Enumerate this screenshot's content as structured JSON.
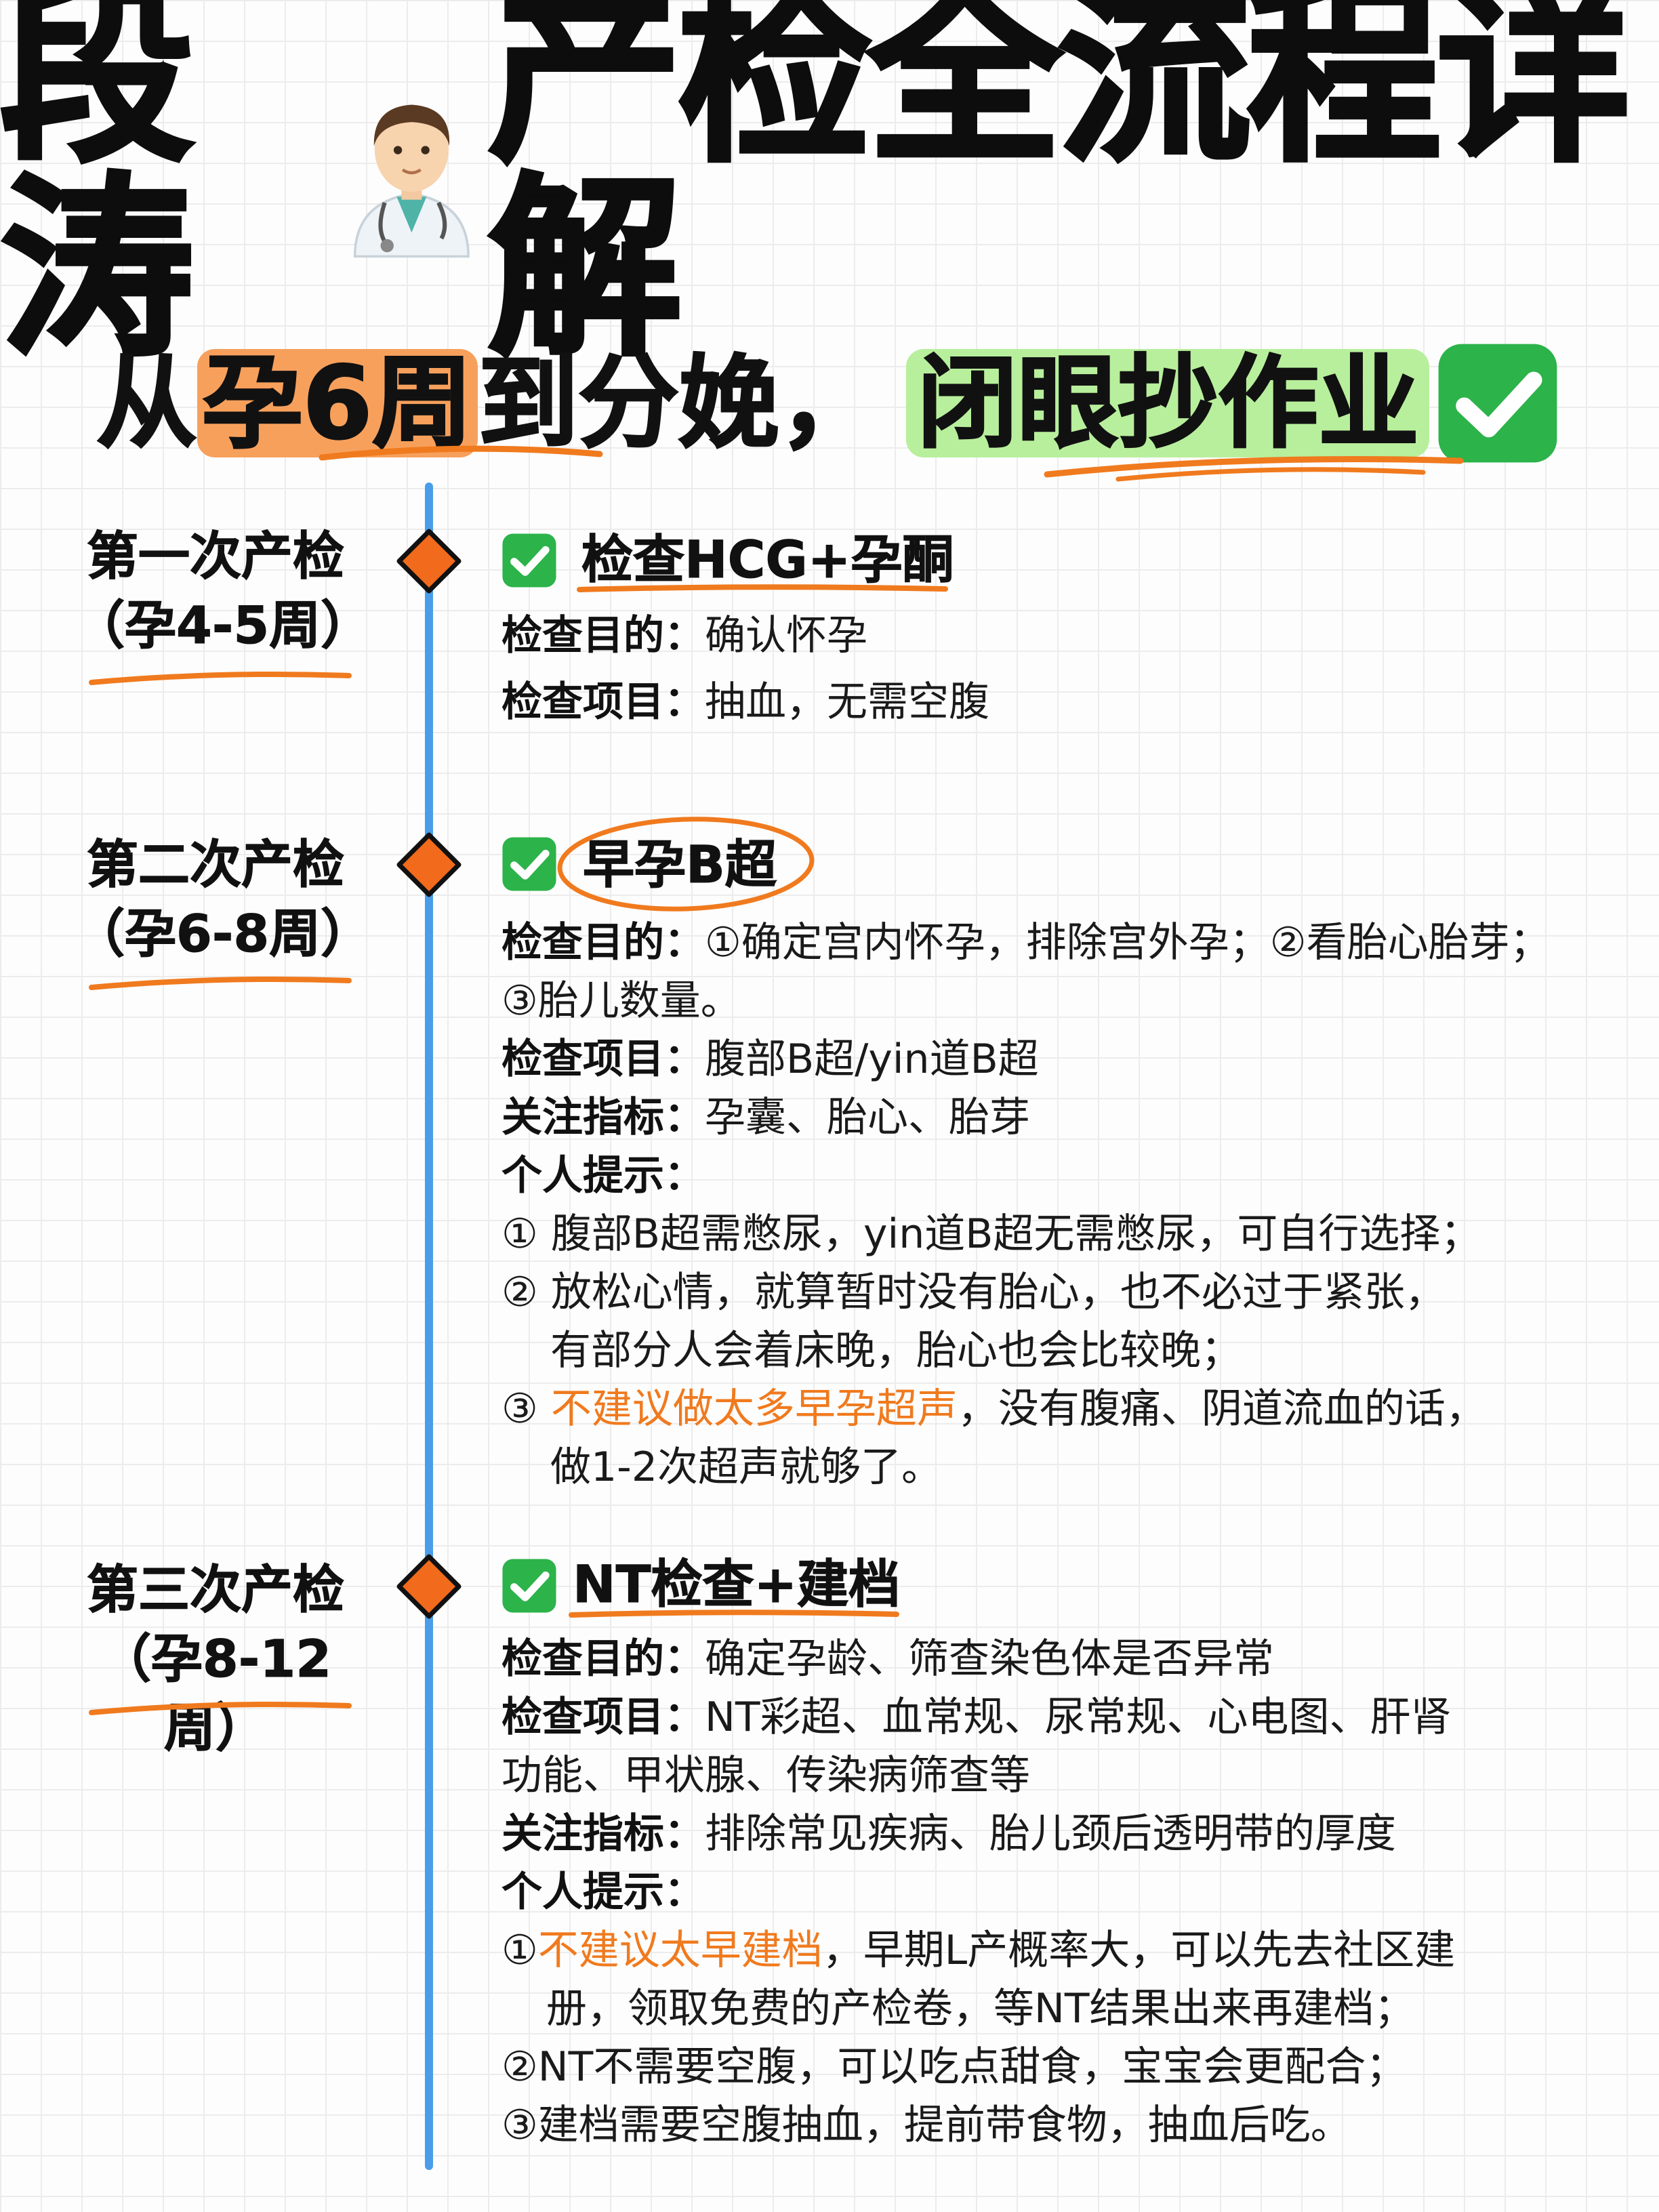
{
  "title": {
    "part1": "段涛",
    "part2": "产检全流程详解",
    "emoji_icon": "doctor-emoji-icon"
  },
  "subtitle": {
    "prefix": "从",
    "highlight1": "孕6周",
    "middle": "到分娩，",
    "highlight2": "闭眼抄作业",
    "check_icon": "check-mark-button-icon"
  },
  "colors": {
    "accent_orange": "#f07a1e",
    "diamond_fill": "#f26a1b",
    "timeline_blue": "#4a9de8",
    "check_green": "#2cb34a",
    "highlight_orange": "#f7a05c",
    "highlight_green": "#b8ef9c"
  },
  "sections": [
    {
      "stage_line1": "第一次产检",
      "stage_line2": "（孕4-5周）",
      "heading": "检查HCG+孕酮",
      "purpose_label": "检查目的：",
      "purpose": "确认怀孕",
      "items_label": "检查项目：",
      "items": "抽血，无需空腹"
    },
    {
      "stage_line1": "第二次产检",
      "stage_line2": "（孕6-8周）",
      "heading": "早孕B超",
      "purpose_label": "检查目的：",
      "purpose_1": "①确定宫内怀孕，排除宫外孕；②看胎心胎芽；",
      "purpose_2": "③胎儿数量。",
      "items_label": "检查项目：",
      "items": "腹部B超/yin道B超",
      "focus_label": "关注指标：",
      "focus": "孕囊、胎心、胎芽",
      "tips_label": "个人提示：",
      "tip1": "① 腹部B超需憋尿，yin道B超无需憋尿，可自行选择；",
      "tip2_1": "② 放松心情，就算暂时没有胎心，也不必过于紧张，",
      "tip2_2": "有部分人会着床晚，胎心也会比较晚；",
      "tip3_num": "③ ",
      "tip3_orange": "不建议做太多早孕超声",
      "tip3_rest": "，没有腹痛、阴道流血的话，",
      "tip3_2": "做1-2次超声就够了。"
    },
    {
      "stage_line1": "第三次产检",
      "stage_line2": "（孕8-12周）",
      "heading": "NT检查+建档",
      "purpose_label": "检查目的：",
      "purpose": "确定孕龄、筛查染色体是否异常",
      "items_label": "检查项目：",
      "items_1": "NT彩超、血常规、尿常规、心电图、肝肾",
      "items_2": "功能、甲状腺、传染病筛查等",
      "focus_label": "关注指标：",
      "focus": "排除常见疾病、胎儿颈后透明带的厚度",
      "tips_label": "个人提示：",
      "tip1_num": "①",
      "tip1_orange": "不建议太早建档",
      "tip1_rest": "，早期L产概率大，可以先去社区建",
      "tip1_2": "册，领取免费的产检卷，等NT结果出来再建档；",
      "tip2": "②NT不需要空腹，可以吃点甜食，宝宝会更配合；",
      "tip3": "③建档需要空腹抽血，提前带食物，抽血后吃。"
    }
  ]
}
